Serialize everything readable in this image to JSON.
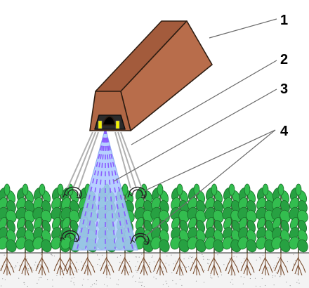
{
  "callouts": [
    {
      "id": "1",
      "label": "1"
    },
    {
      "id": "2",
      "label": "2"
    },
    {
      "id": "3",
      "label": "3"
    },
    {
      "id": "4",
      "label": "4"
    }
  ],
  "colors": {
    "housing": "#b76b49",
    "housing_top": "#a65d3d",
    "housing_edge": "#3a2418",
    "nozzle_light": "#f2f200",
    "spray_fill": "#a9c8ff",
    "spray_stream": "#8a5cff",
    "air_stream": "#b7b7b7",
    "plant_leaf": "#2eb54a",
    "plant_leaf_dark": "#1c7a2e",
    "plant_stem": "#4a3a2a",
    "soil": "#eeeeee",
    "root": "#7a4d2f",
    "ground_line": "#555555"
  }
}
